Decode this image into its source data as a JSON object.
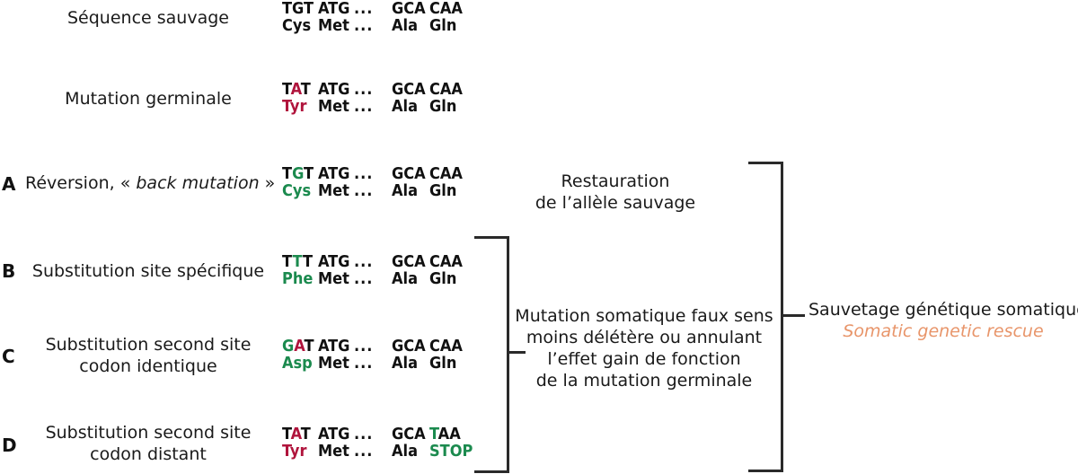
{
  "rows": [
    {
      "letter": "",
      "label": [
        "Séquence sauvage"
      ],
      "codons": [
        "TGT",
        "ATG",
        "...",
        "GCA",
        "CAA"
      ],
      "aa": [
        "Cys",
        "Met",
        "...",
        "Ala",
        "Gln"
      ]
    },
    {
      "letter": "",
      "label": [
        "Mutation germinale"
      ],
      "codons": [
        "TAT",
        "ATG",
        "...",
        "GCA",
        "CAA"
      ],
      "aa": [
        "Tyr",
        "Met",
        "...",
        "Ala",
        "Gln"
      ]
    },
    {
      "letter": "A",
      "label_pre": "Réversion, « ",
      "label_italic": "back mutation",
      "label_post": " »",
      "codons": [
        "TGT",
        "ATG",
        "...",
        "GCA",
        "CAA"
      ],
      "aa": [
        "Cys",
        "Met",
        "...",
        "Ala",
        "Gln"
      ]
    },
    {
      "letter": "B",
      "label": [
        "Substitution site spécifique"
      ],
      "codons": [
        "TTT",
        "ATG",
        "...",
        "GCA",
        "CAA"
      ],
      "aa": [
        "Phe",
        "Met",
        "...",
        "Ala",
        "Gln"
      ]
    },
    {
      "letter": "C",
      "label": [
        "Substitution second site",
        "codon identique"
      ],
      "codons": [
        "GAT",
        "ATG",
        "...",
        "GCA",
        "CAA"
      ],
      "aa": [
        "Asp",
        "Met",
        "...",
        "Ala",
        "Gln"
      ]
    },
    {
      "letter": "D",
      "label": [
        "Substitution second site",
        "codon distant"
      ],
      "codons": [
        "TAT",
        "ATG",
        "...",
        "GCA",
        "TAA"
      ],
      "aa": [
        "Tyr",
        "Met",
        "...",
        "Ala",
        "STOP"
      ]
    }
  ],
  "restoration": [
    "Restauration",
    "de l’allèle sauvage"
  ],
  "somatic_missense": [
    "Mutation somatique faux sens",
    "moins délétère ou annulant",
    "l’effet gain de fonction",
    "de la mutation germinale"
  ],
  "rescue": {
    "fr": "Sauvetage génétique somatique",
    "en": "Somatic genetic rescue"
  },
  "colors": {
    "mutant": "#b0143c",
    "rescue": "#1b8a4e",
    "english": "#e8956a"
  }
}
